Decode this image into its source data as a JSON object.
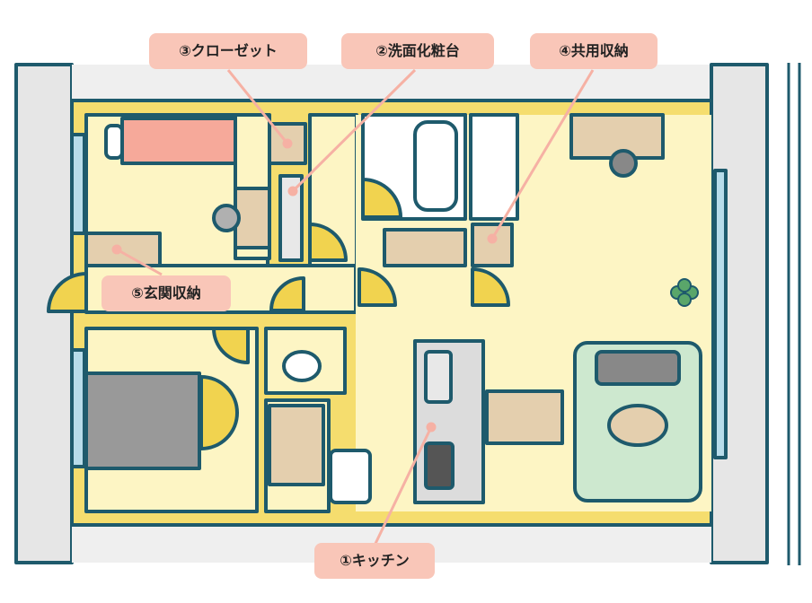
{
  "labels": {
    "kitchen": "①キッチン",
    "vanity": "②洗面化粧台",
    "closet": "③クローゼット",
    "shared_storage": "④共用収納",
    "entrance_storage": "⑤玄関収納"
  },
  "colors": {
    "outline": "#1e5a6c",
    "wall_yellow": "#f5dd6e",
    "floor": "#fdf5c4",
    "bed": "#f6a99a",
    "furniture": "#e4cfae",
    "label_bg": "#f9c6b8",
    "sofa": "#cde8cf"
  }
}
